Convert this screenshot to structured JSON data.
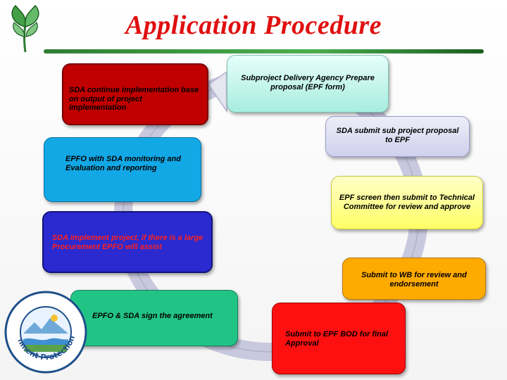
{
  "title": "Application Procedure",
  "logo_text": "Environment Protection Fund",
  "steps": [
    {
      "id": "sda-continue",
      "text": "SDA continue implementation base on output of project implementation",
      "color": "#c00000"
    },
    {
      "id": "prepare-proposal",
      "text": "Subproject Delivery Agency Prepare proposal (EPF form)",
      "color": "#a8ece0"
    },
    {
      "id": "submit-proposal",
      "text": "SDA submit sub project proposal to EPF",
      "color": "#cfd0ec"
    },
    {
      "id": "monitoring",
      "text": "EPFO with SDA monitoring and Evaluation and reporting",
      "color": "#12a8e6"
    },
    {
      "id": "screen-submit",
      "text": "EPF screen then submit to Technical Committee for review and approve",
      "color": "#ffff66"
    },
    {
      "id": "implement",
      "text": "SDA implement project, if there is a large Procurement EPFO will assist",
      "color": "#2a2ad0"
    },
    {
      "id": "wb-review",
      "text": "Submit to WB for review and endorsement",
      "color": "#ffaa00"
    },
    {
      "id": "sign-agreement",
      "text": "EPFO & SDA sign the agreement",
      "color": "#22c486"
    },
    {
      "id": "bod-approval",
      "text": "Submit to EPF BOD for final Approval",
      "color": "#ff1010"
    }
  ]
}
